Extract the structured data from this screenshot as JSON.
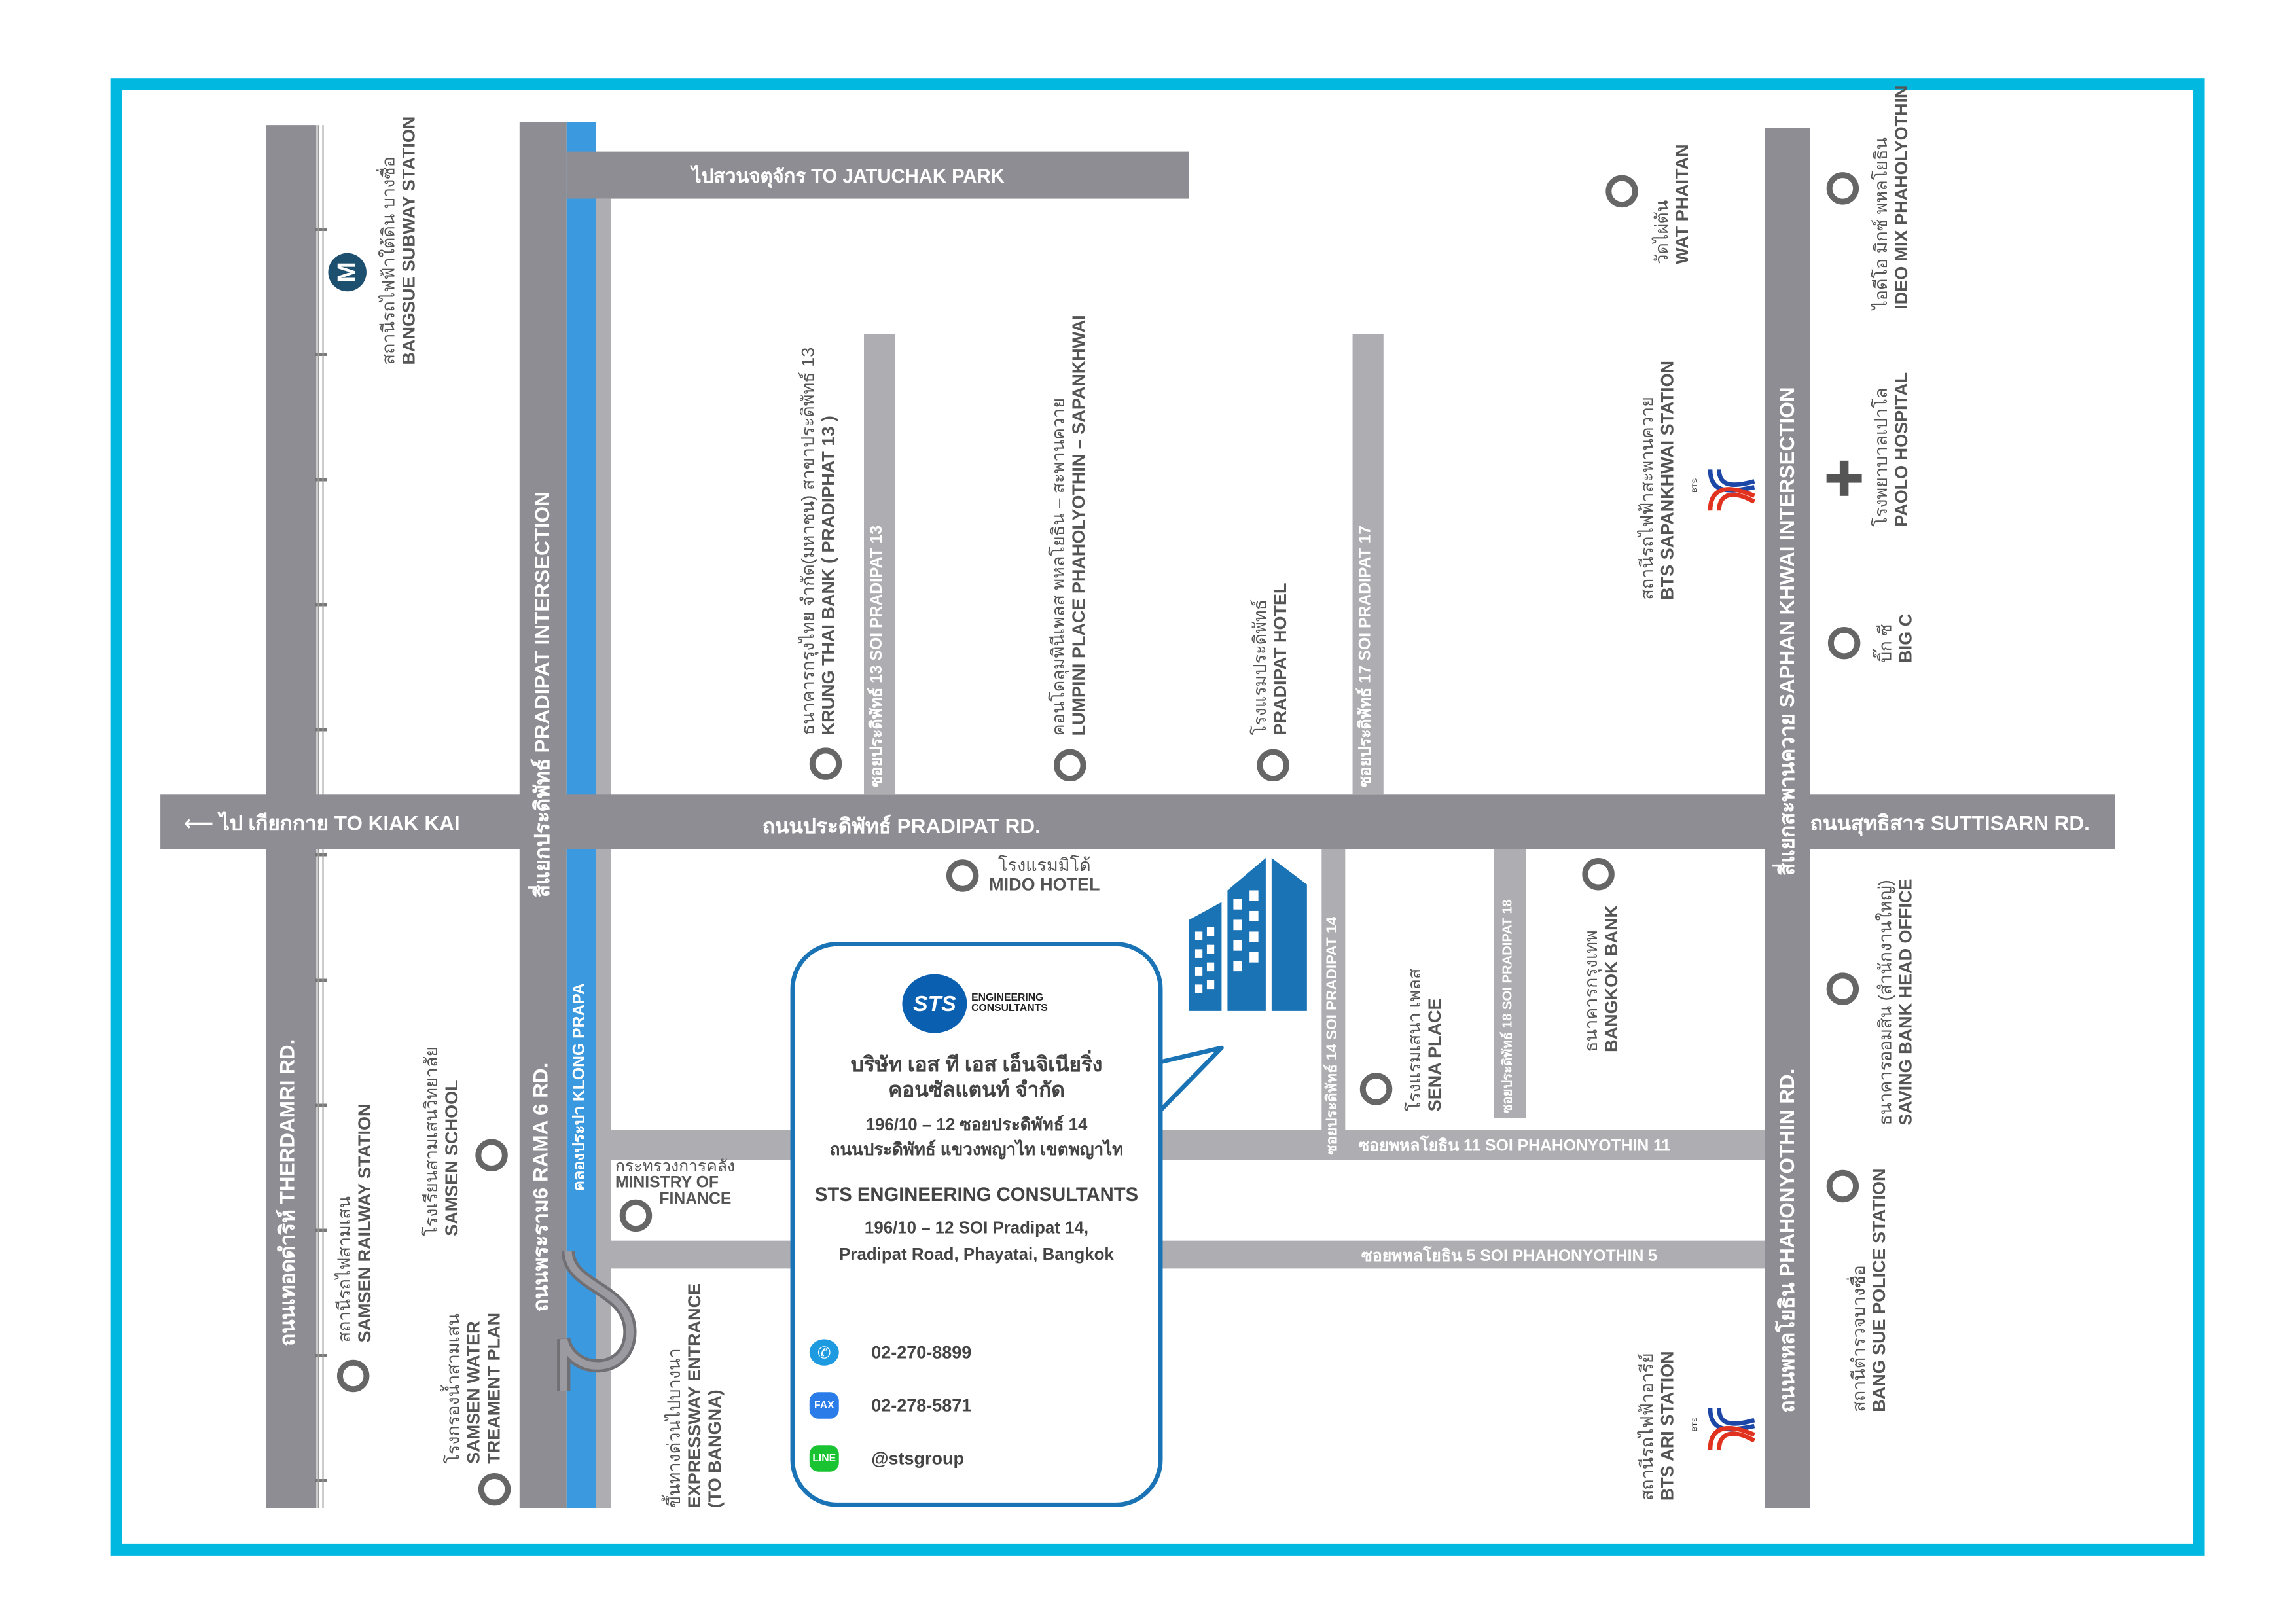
{
  "roads": {
    "jatuchak": "ไปสวนจตุจักร TO JATUCHAK PARK",
    "kiak_kai": "⟵ ไป เกียกกาย TO KIAK KAI",
    "pradipat_rd": "ถนนประดิพัทธ์ PRADIPAT RD.",
    "suttisarn_rd": "ถนนสุทธิสาร SUTTISARN RD.",
    "therdamri_rd": "ถนนเทอดดำริห์ THERDAMRI RD.",
    "rama6_rd": "ถนนพระราม6 RAMA 6 RD.",
    "pradipat_intersection": "สี่แยกประดิพัทธ์ PRADIPAT INTERSECTION",
    "klong_prapa": "คลองประปา KLONG PRAPA",
    "saphan_khwai_intersection": "สี่แยกสะพานควาย SAPHAN KHWAI INTERSECTION",
    "phahonyothin_rd": "ถนนพหลโยธิน PHAHONYOTHIN  RD.",
    "soi_pradipat_13": "ซอยประดิพัทธ์ 13 SOI PRADIPAT 13",
    "soi_pradipat_17": "ซอยประดิพัทธ์ 17 SOI PRADIPAT 17",
    "soi_pradipat_14": "ซอยประดิพัทธ์ 14 SOI PRADIPAT 14",
    "soi_pradipat_18": "ซอยประดิพัทธ์ 18 SOI PRADIPAT 18",
    "soi_phahonyothin_11": "ซอยพหลโยธิน 11  SOI  PHAHONYOTHIN 11",
    "soi_phahonyothin_5": "ซอยพหลโยธิน 5  SOI  PHAHONYOTHIN 5"
  },
  "places": {
    "bangsue_subway": {
      "th": "สถานีรถไฟฟ้าใต้ดิน บางซื่อ",
      "en": "BANGSUE SUBWAY STATION"
    },
    "samsen_railway": {
      "th": "สถานีรถไฟสามเสน",
      "en": "SAMSEN RAILWAY STATION"
    },
    "samsen_school": {
      "th": "โรงเรียนสามเสนวิทยาลัย",
      "en": "SAMSEN SCHOOL"
    },
    "samsen_water": {
      "th": "โรงกรองน้ำสามเสน",
      "en1": "SAMSEN WATER",
      "en2": "TREAMENT PLAN"
    },
    "ministry_finance": {
      "th": "กระทรวงการคลัง",
      "en1": "MINISTRY OF",
      "en2": "FINANCE"
    },
    "expressway": {
      "th": "ขึ้นทางด่วนไปบางนา",
      "en1": "EXPRESSWAY ENTRANCE",
      "en2": "(TO BANGNA)"
    },
    "krung_thai": {
      "th": "ธนาคารกรุงไทย จำกัด(มหาชน) สาขาประดิพัทธ์ 13",
      "en": "KRUNG THAI BANK ( PRADIPHAT 13 )"
    },
    "lumpini": {
      "th": "คอนโดลุมพินีเพลส พหลโยธิน – สะพานควาย",
      "en": "LUMPINI PLACE PHAHOLYOTHIN – SAPANKHWAI"
    },
    "pradipat_hotel": {
      "th": "โรงแรมประดิพัทธ์",
      "en": "PRADIPAT HOTEL"
    },
    "mido_hotel": {
      "th": "โรงแรมมิโด้",
      "en": "MIDO HOTEL"
    },
    "sena_place": {
      "th": "โรงแรมเสนา เพลส",
      "en": "SENA PLACE"
    },
    "bangkok_bank": {
      "th": "ธนาคารกรุงเทพ",
      "en": "BANGKOK BANK"
    },
    "wat_phaitan": {
      "th": "วัดไผ่ตัน",
      "en": "WAT PHAITAN"
    },
    "bts_sapankhwai": {
      "th": "สถานีรถไฟฟ้าสะพานควาย",
      "en": "BTS SAPANKHWAI STATION"
    },
    "ideo_mix": {
      "th": "ไอดีโอ มิกซ์ พหลโยธิน",
      "en": "IDEO MIX PHAHOLYOTHIN"
    },
    "paolo_hospital": {
      "th": "โรงพยาบาลเปาโล",
      "en": "PAOLO HOSPITAL"
    },
    "big_c": {
      "th": "บิ๊ก ซี",
      "en": "BIG C"
    },
    "saving_bank": {
      "th": "ธนาคารออมสิน (สำนักงานใหญ่)",
      "en": "SAVING BANK HEAD OFFICE"
    },
    "police": {
      "th": "สถานีตำรวจบางซื่อ",
      "en": "BANG SUE POLICE STATION"
    },
    "bts_ari": {
      "th": "สถานีรถไฟฟ้าอารีย์",
      "en": "BTS ARI STATION"
    }
  },
  "logos": {
    "metro": "M",
    "bts": "BTS"
  },
  "company": {
    "logo_mark": "STS",
    "logo_line1": "ENGINEERING",
    "logo_line2": "CONSULTANTS",
    "name_th_1": "บริษัท เอส  ที เอส เอ็นจิเนียริ่ง",
    "name_th_2": "คอนซัลแตนท์ จำกัด",
    "address_th_1": "196/10 – 12 ซอยประดิพัทธ์ 14",
    "address_th_2": "ถนนประดิพัทธ์ แขวงพญาไท เขตพญาไท",
    "name_en": "STS ENGINEERING CONSULTANTS",
    "address_en_1": "196/10 – 12  SOI Pradipat 14,",
    "address_en_2": "Pradipat Road, Phayatai, Bangkok",
    "phone": "02-270-8899",
    "fax_label": "FAX",
    "fax": "02-278-5871",
    "line_label": "LINE",
    "line": "@stsgroup"
  },
  "colors": {
    "frame": "#00b8e0",
    "road": "#8e8d93",
    "soi": "#adadb2",
    "canal": "#3b99e0",
    "brand": "#1a73b5"
  }
}
